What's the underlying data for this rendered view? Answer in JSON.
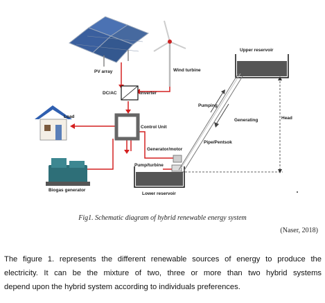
{
  "diagram": {
    "labels": {
      "pv_array": "PV array",
      "wind_turbine": "Wind turbine",
      "dc_ac": "DC/AC",
      "inverter": "inverter",
      "load": "Load",
      "control_unit": "Control Unit",
      "generator_motor": "Generator/motor",
      "pump_turbine": "Pump/turbine",
      "biogas_generator": "Biogas generator",
      "lower_reservoir": "Lower reservoir",
      "upper_reservoir": "Upper reservoir",
      "pumping": "Pumping",
      "generating": "Generating",
      "head": "Head",
      "pipe_penstock": "Pipe/Pentsok"
    },
    "colors": {
      "flow_line": "#d42020",
      "reservoir_water": "#555555",
      "panel_blue": "#3a5f9e",
      "house_roof": "#2f5fb0",
      "generator_teal": "#2e6f78"
    }
  },
  "caption": "Fig1. Schematic diagram of hybrid renewable energy system",
  "citation": "(Naser, 2018)",
  "paragraph_lines": [
    "The figure 1. represents the different renewable sources of energy to produce the",
    "electricity. It can be the mixture of two, three or more than two hybrid systems",
    "depend upon the hybrid system according to individuals preferences."
  ]
}
